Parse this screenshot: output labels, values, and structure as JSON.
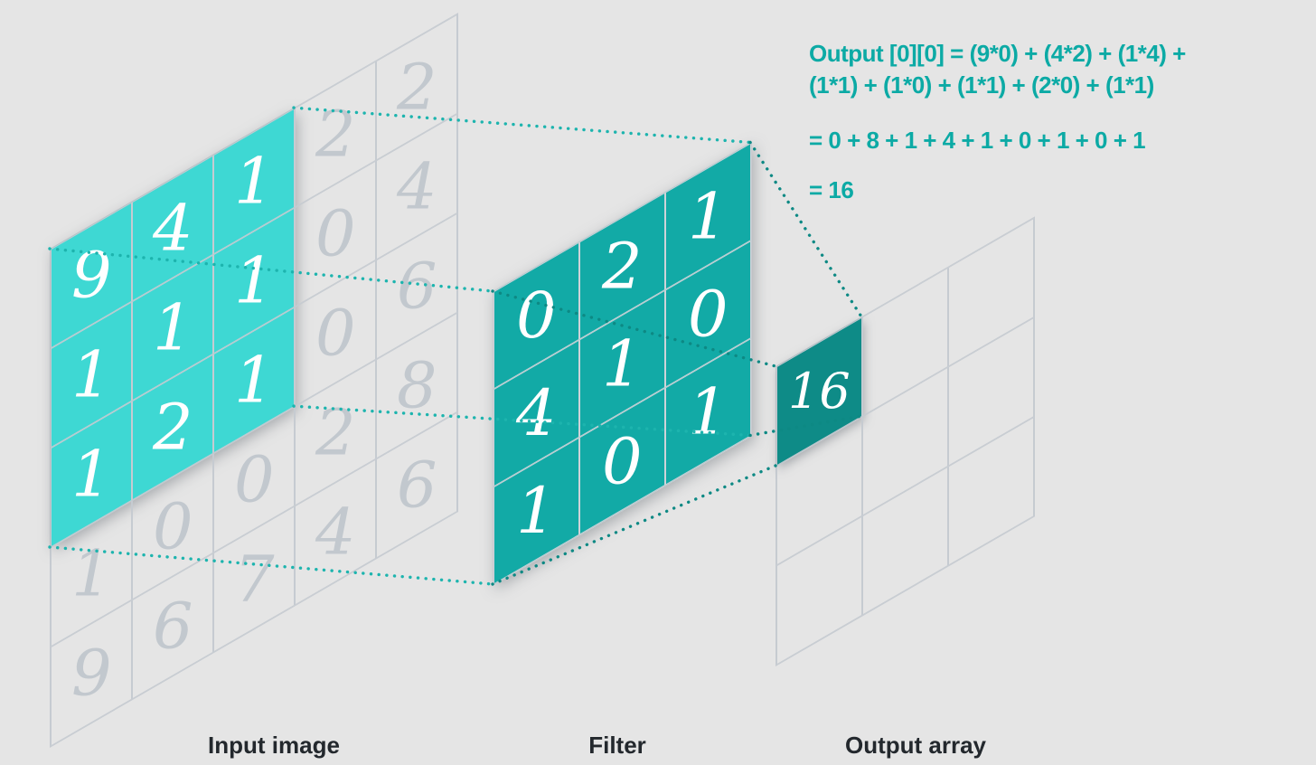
{
  "equation": {
    "lines": [
      "Output [0][0] = (9*0) + (4*2) + (1*4) +",
      "(1*1) + (1*0) + (1*1) + (2*0) + (1*1)",
      "= 0 + 8 + 1 + 4 + 1 + 0 + 1 + 0 + 1",
      "= 16"
    ]
  },
  "input": {
    "label": "Input image",
    "grid": [
      [
        9,
        4,
        1,
        2,
        2
      ],
      [
        1,
        1,
        1,
        0,
        4
      ],
      [
        1,
        2,
        1,
        0,
        6
      ],
      [
        1,
        0,
        0,
        2,
        8
      ],
      [
        9,
        6,
        7,
        4,
        6
      ]
    ],
    "highlight_rows": 3,
    "highlight_cols": 3
  },
  "filter": {
    "label": "Filter",
    "grid": [
      [
        0,
        2,
        1
      ],
      [
        4,
        1,
        0
      ],
      [
        1,
        0,
        1
      ]
    ]
  },
  "output": {
    "label": "Output array",
    "rows": 3,
    "cols": 3,
    "result": {
      "row": 0,
      "col": 0,
      "value": "16"
    }
  },
  "colors": {
    "background": "#e5e5e5",
    "highlight_teal": "#3ed8d3",
    "filter_teal": "#12aaa6",
    "result_teal": "#0e8b87",
    "equation_text": "#0caaa5",
    "grid_line": "#c6cbd1",
    "faded_number": "#c2c8ce",
    "label_text": "#23282d",
    "dots_bright": "#1db4ae",
    "dots_dark": "#0d8984"
  }
}
